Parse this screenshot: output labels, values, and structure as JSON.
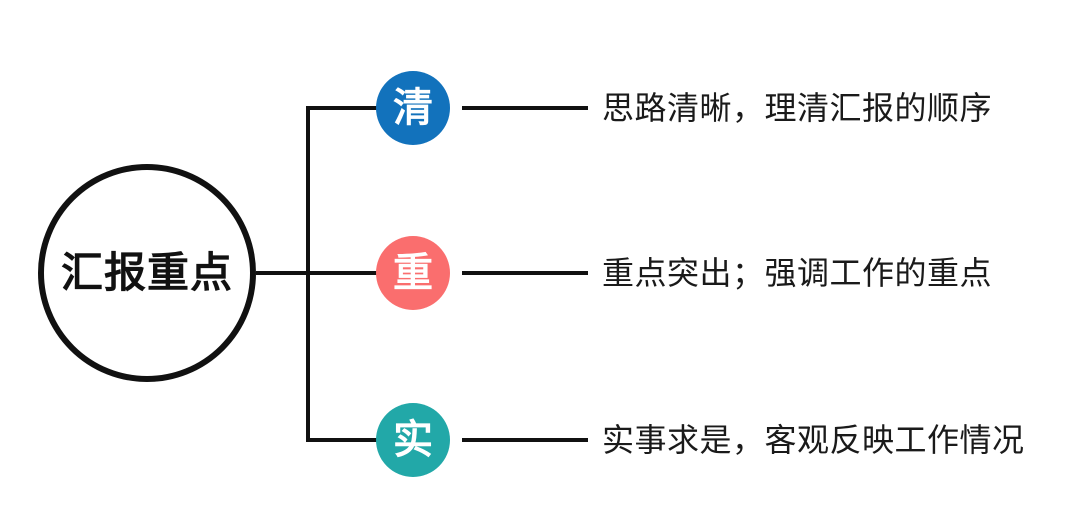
{
  "diagram": {
    "type": "mind-map",
    "hub": {
      "label": "汇报重点",
      "border_color": "#111111",
      "text_color": "#111111"
    },
    "line_color": "#111111",
    "branches": [
      {
        "key": "qing",
        "char": "清",
        "circle_color": "#1272BC",
        "char_color": "#ffffff",
        "description": "思路清晰，理清汇报的顺序"
      },
      {
        "key": "zhong",
        "char": "重",
        "circle_color": "#FA6E6E",
        "char_color": "#ffffff",
        "description": "重点突出；强调工作的重点"
      },
      {
        "key": "shi",
        "char": "实",
        "circle_color": "#22A8A8",
        "char_color": "#ffffff",
        "description": "实事求是，客观反映工作情况"
      }
    ]
  }
}
